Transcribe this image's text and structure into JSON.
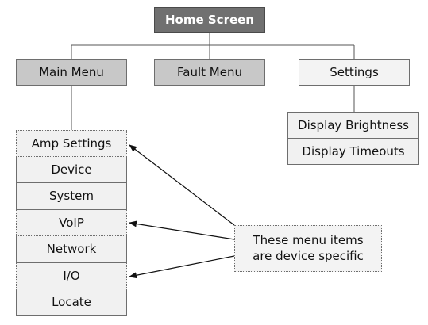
{
  "diagram": {
    "root": {
      "label": "Home Screen",
      "fill": "#707070",
      "text_color": "#ffffff"
    },
    "menus": [
      {
        "label": "Main Menu",
        "fill": "#c8c8c8"
      },
      {
        "label": "Fault Menu",
        "fill": "#c8c8c8"
      },
      {
        "label": "Settings",
        "fill": "#f3f3f3"
      }
    ],
    "main_menu_items": [
      {
        "label": "Amp Settings",
        "device_specific": true
      },
      {
        "label": "Device",
        "device_specific": false
      },
      {
        "label": "System",
        "device_specific": false
      },
      {
        "label": "VoIP",
        "device_specific": true
      },
      {
        "label": "Network",
        "device_specific": false
      },
      {
        "label": "I/O",
        "device_specific": true
      },
      {
        "label": "Locate",
        "device_specific": false
      }
    ],
    "settings_items": [
      {
        "label": "Display Brightness"
      },
      {
        "label": "Display Timeouts"
      }
    ],
    "note": {
      "lines": [
        "These menu items",
        "are device specific"
      ],
      "points_to": [
        "Amp Settings",
        "VoIP",
        "I/O"
      ]
    },
    "colors": {
      "line": "#555555",
      "item_fill": "#f1f1f1",
      "border": "#6e6e6e"
    }
  }
}
